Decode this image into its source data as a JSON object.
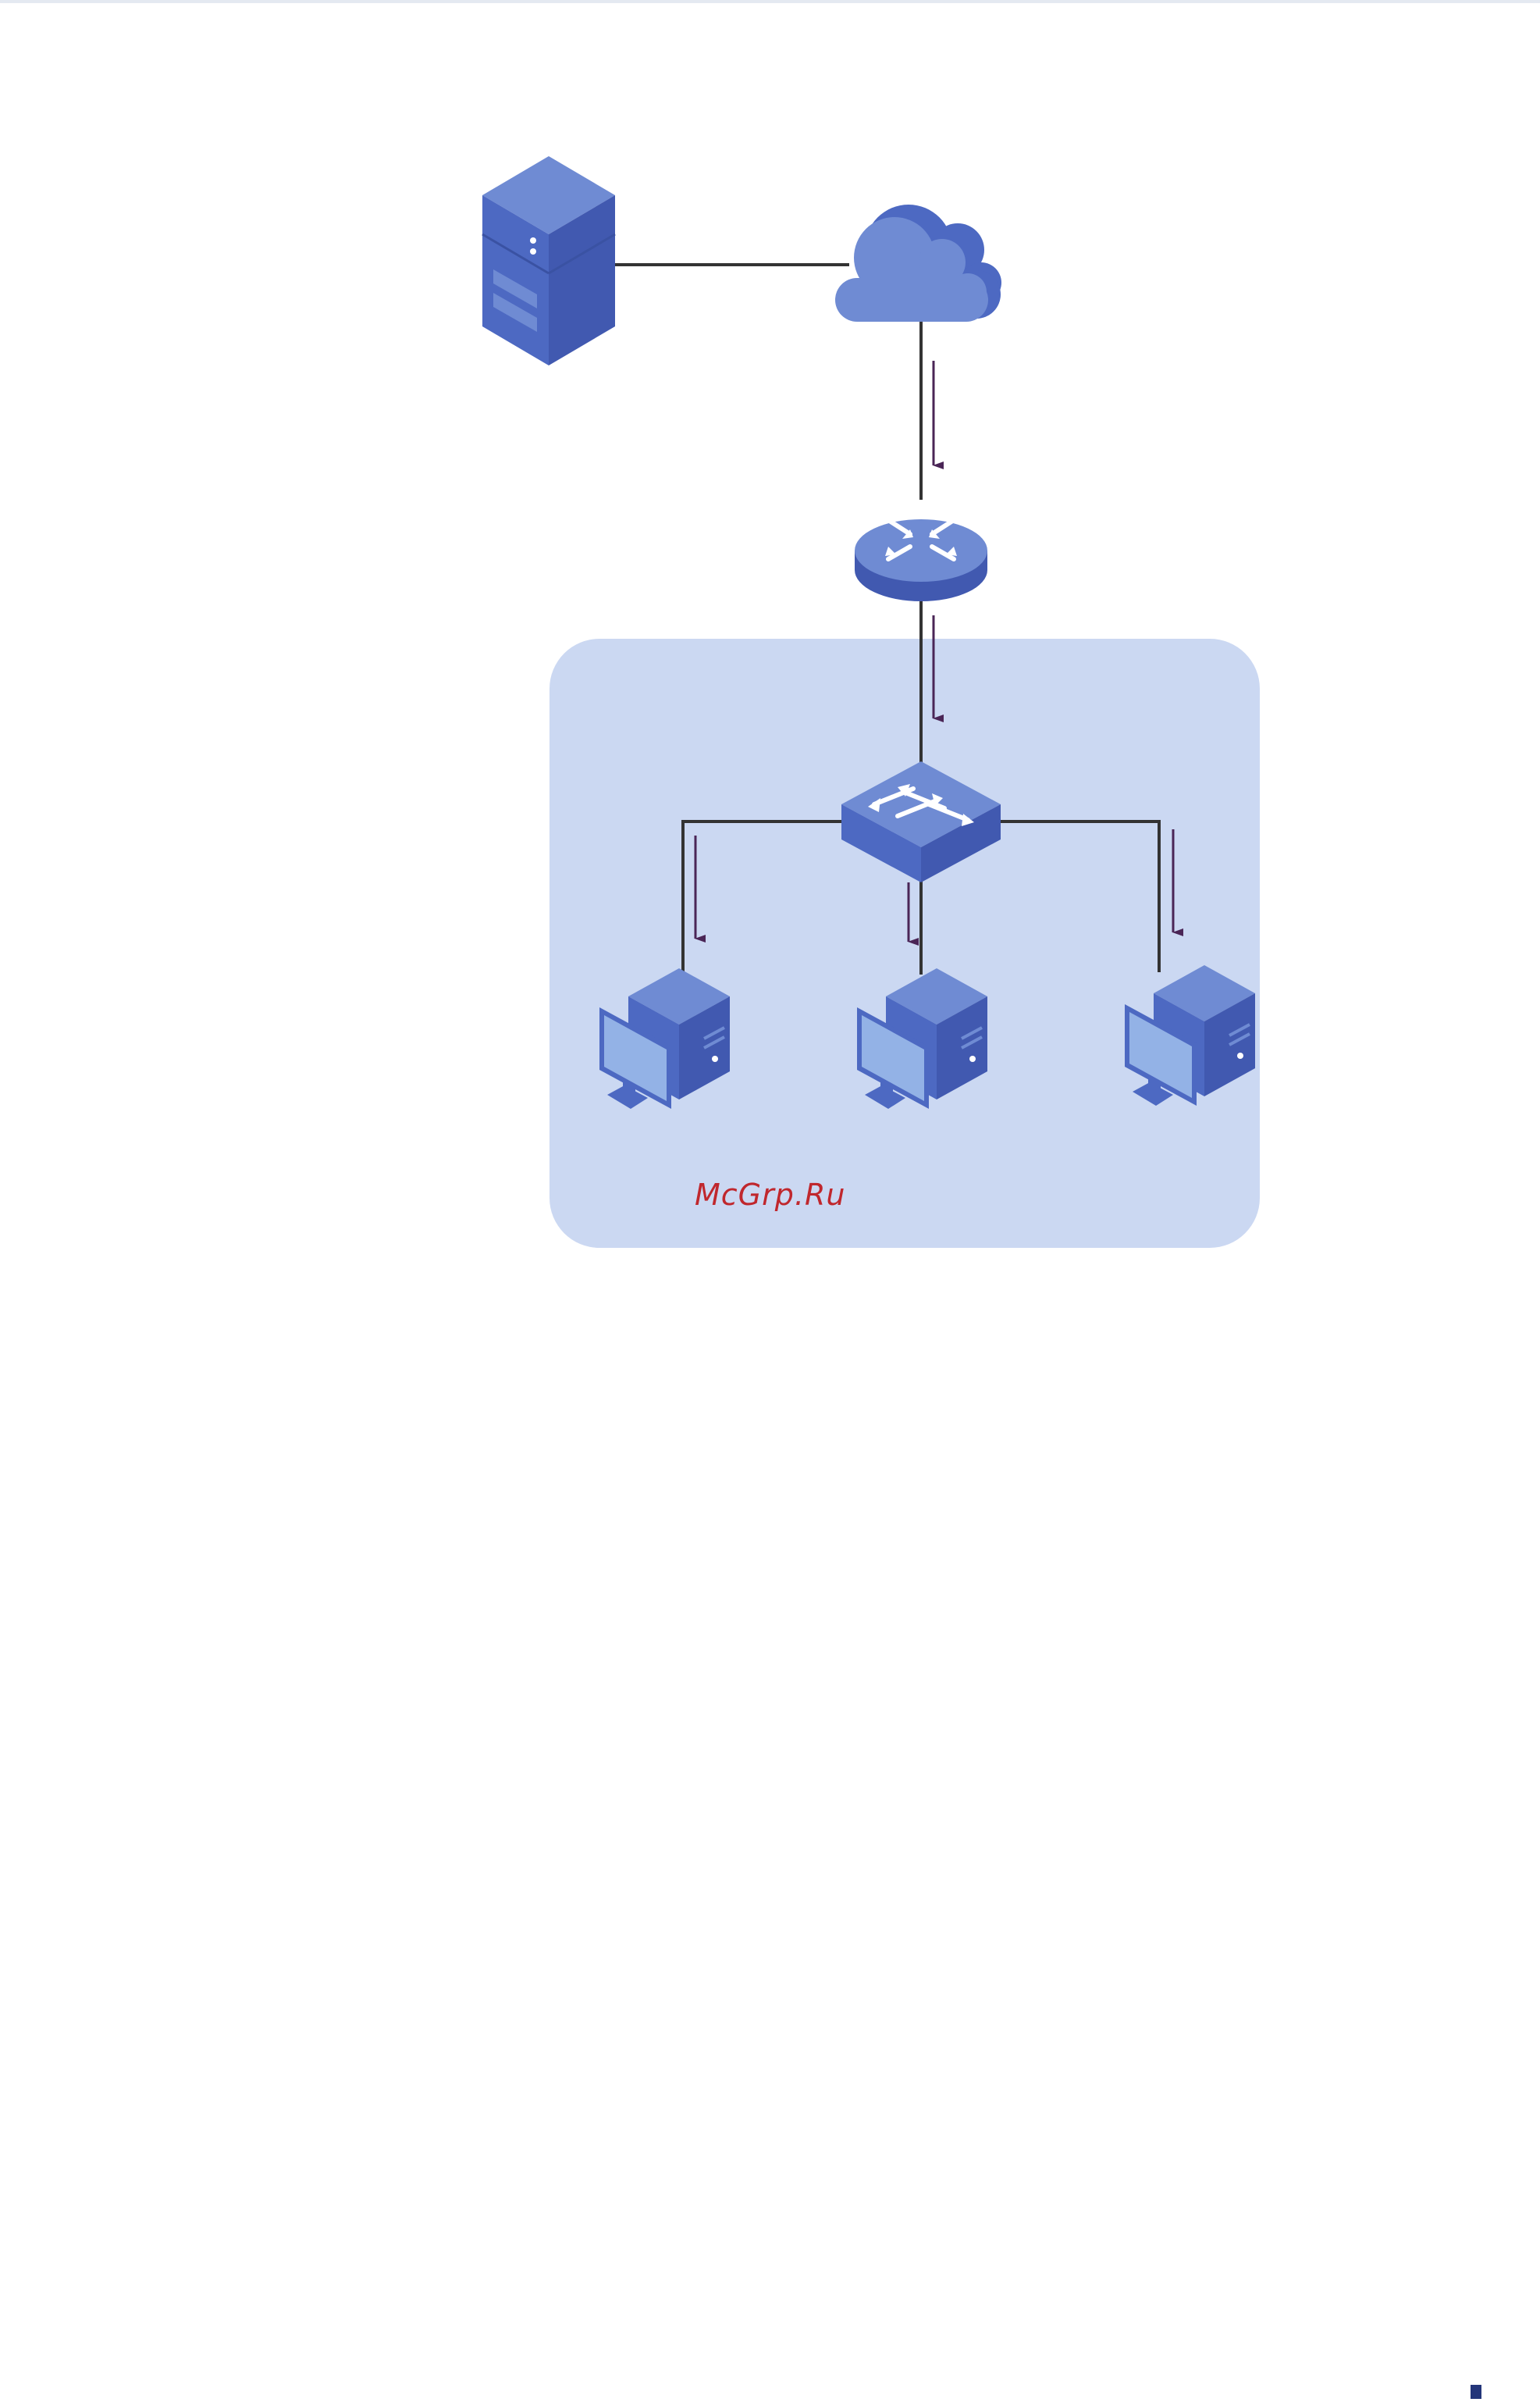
{
  "watermark": {
    "text": "McGrp.Ru",
    "color": "#c0272d"
  },
  "colors": {
    "device_top": "#6f8bd3",
    "device_left": "#4d69c2",
    "device_right": "#4159b0",
    "screen": "#93b2e6",
    "lan_zone": "#cbd8f2",
    "link_line": "#333333",
    "flow_arrow": "#4a2556",
    "icon_glyph": "#ffffff",
    "corner_mark": "#24367a"
  },
  "nodes": [
    {
      "id": "server",
      "icon": "server-icon"
    },
    {
      "id": "internet",
      "icon": "cloud-icon"
    },
    {
      "id": "router",
      "icon": "router-icon"
    },
    {
      "id": "switch",
      "icon": "switch-icon"
    },
    {
      "id": "pc-1",
      "icon": "desktop-computer-icon"
    },
    {
      "id": "pc-2",
      "icon": "desktop-computer-icon"
    },
    {
      "id": "pc-3",
      "icon": "desktop-computer-icon"
    }
  ],
  "links": [
    {
      "from": "server",
      "to": "internet"
    },
    {
      "from": "internet",
      "to": "router"
    },
    {
      "from": "router",
      "to": "switch"
    },
    {
      "from": "switch",
      "to": "pc-1"
    },
    {
      "from": "switch",
      "to": "pc-2"
    },
    {
      "from": "switch",
      "to": "pc-3"
    }
  ],
  "flows": [
    {
      "from": "internet",
      "to": "router"
    },
    {
      "from": "router",
      "to": "switch"
    },
    {
      "from": "switch",
      "to": "pc-1"
    },
    {
      "from": "switch",
      "to": "pc-2"
    },
    {
      "from": "switch",
      "to": "pc-3"
    }
  ]
}
